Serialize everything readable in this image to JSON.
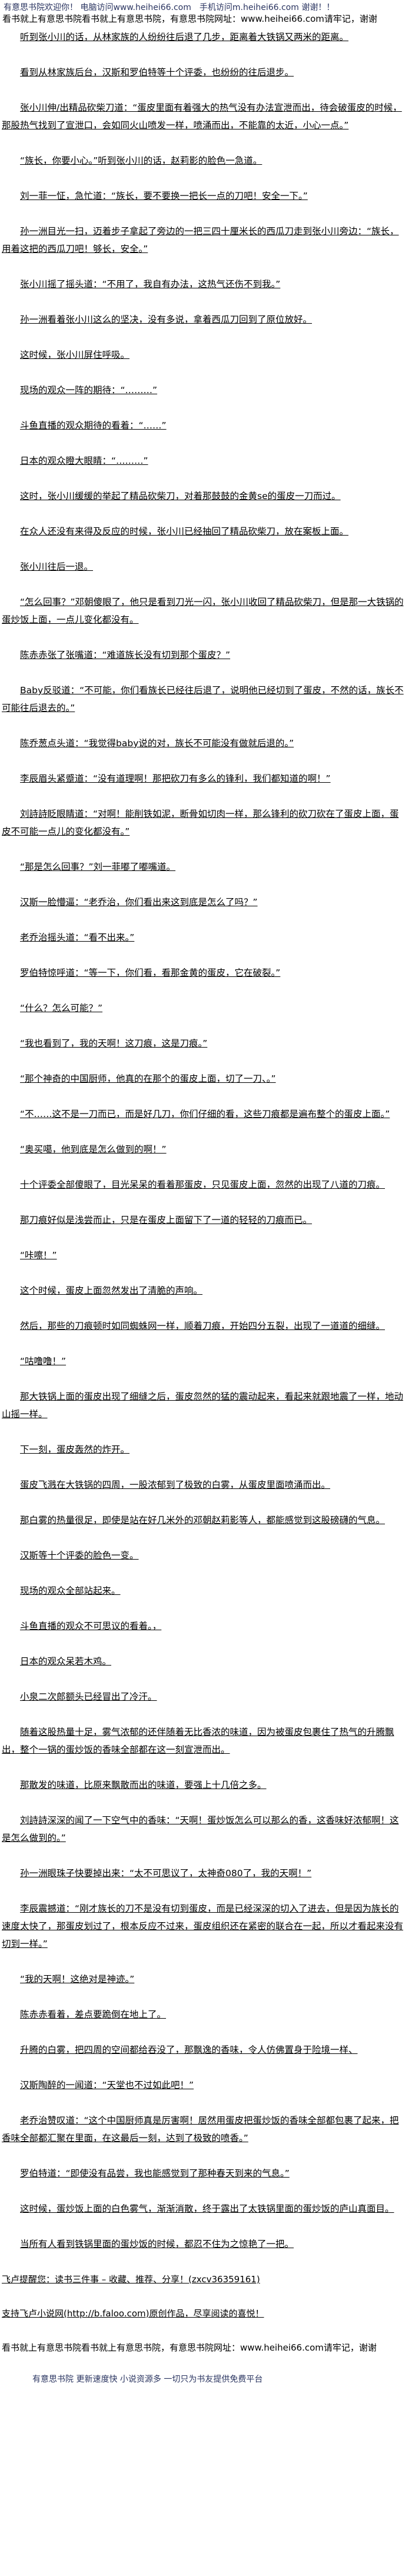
{
  "header": {
    "welcome": "有意思书院欢迎你！ 电脑访问www.heihei66.com　手机访问m.heihei66.com 谢谢！！",
    "notice": "看书就上有意思书院看书就上有意思书院，有意思书院网址：www.heihei66.com请牢记，谢谢"
  },
  "paragraphs": [
    "听到张小川的话，从林家族的人纷纷往后退了几步，距离着大铁锅又两米的距离。",
    "看到从林家族后台，汉斯和罗伯特等十个评委，也纷纷的往后退步。",
    "张小川伸/出精品砍柴刀道：“蛋皮里面有着强大的热气没有办法宣泄而出，待会破蛋皮的时候，那股热气找到了宣泄口，会如同火山喷发一样，喷涌而出，不能靠的太近，小心一点。”",
    "“族长，你要小心。”听到张小川的话，赵莉影的脸色一急道。",
    "刘一菲一怔，急忙道：“族长，要不要换一把长一点的刀吧！安全一下。”",
    "孙一洲目光一扫，迈着步子拿起了旁边的一把三四十厘米长的西瓜刀走到张小川旁边：“族长，用着这把的西瓜刀吧！够长，安全。”",
    "张小川摇了摇头道：“不用了，我自有办法，这热气还伤不到我。”",
    "孙一洲看着张小川这么的坚决，没有多说，拿着西瓜刀回到了原位放好。",
    "这时候，张小川屏住呼吸。",
    "现场的观众一阵的期待：“………”",
    "斗鱼直播的观众期待的看着：“……”",
    "日本的观众瞪大眼睛：“………”",
    "这时，张小川缓缓的举起了精品砍柴刀，对着那鼓鼓的金黄se的蛋皮一刀而过。",
    "在众人还没有来得及反应的时候，张小川已经抽回了精品砍柴刀，放在案板上面。",
    "张小川往后一退。",
    "“怎么回事？”邓朝傻眼了，他只是看到刀光一闪，张小川收回了精品砍柴刀，但是那一大铁锅的蛋炒饭上面，一点儿变化都没有。",
    "陈赤赤张了张嘴道：“难道族长没有切到那个蛋皮？”",
    "Baby反驳道：“不可能，你们看族长已经往后退了，说明他已经切到了蛋皮，不然的话，族长不可能往后退去的。”",
    "陈乔葱点头道：“我觉得baby说的对，族长不可能没有做就后退的。”",
    "李辰眉头紧蹙道：“没有道理啊！那把砍刀有多么的锋利，我们都知道的啊！”",
    "刘詩詩眨眼睛道：“对啊！能削铁如泥，断骨如切肉一样，那么锋利的砍刀砍在了蛋皮上面，蛋皮不可能一点儿的变化都没有。”",
    "“那是怎么回事？”刘一菲嘟了嘟嘴道。",
    "汉斯一脸懵逼：“老乔治，你们看出来这到底是怎么了吗？”",
    "老乔治摇头道：“看不出来。”",
    "罗伯特惊呼道：“等一下，你们看，看那金黄的蛋皮，它在破裂。”",
    "“什么？怎么可能？”",
    "“我也看到了，我的天啊！这刀痕，这是刀痕。”",
    "“那个神奇的中国厨师，他真的在那个的蛋皮上面，切了一刀、。”",
    "“不……这不是一刀而已，而是好几刀，你们仔细的看，这些刀痕都是遍布整个的蛋皮上面。”",
    "“奥买噶，他到底是怎么做到的啊！”",
    "十个评委全部傻眼了，目光呆呆的看着那蛋皮，只见蛋皮上面，忽然的出现了八道的刀痕。",
    "那刀痕好似是浅尝而止，只是在蛋皮上面留下了一道的轻轻的刀痕而已。",
    "“咔嚓！”",
    "这个时候，蛋皮上面忽然发出了清脆的声响。",
    "然后，那些的刀痕顿时如同蜘蛛网一样，顺着刀痕，开始四分五裂，出现了一道道的细缝。",
    "“咕噜噜！”",
    "那大铁锅上面的蛋皮出现了细缝之后，蛋皮忽然的猛的震动起来，看起来就跟地震了一样，地动山摇一样。",
    "下一刻，蛋皮轰然的炸开。",
    "蛋皮飞溅在大铁锅的四周，一股浓郁到了极致的白雾，从蛋皮里面喷涌而出。",
    "那白雾的热量很足，即使是站在好几米外的邓朝赵莉影等人，都能感觉到这股磅礴的气息。",
    "汉斯等十个评委的脸色一变。",
    "现场的观众全部站起来。",
    "斗鱼直播的观众不可思议的看着。，",
    "日本的观众呆若木鸡。",
    "小泉二次郎额头已经冒出了冷汗。",
    "随着这股热量十足，雾气浓郁的还伴随着无比香浓的味道，因为被蛋皮包裹住了热气的升腾飘出，整个一锅的蛋炒饭的香味全部都在这一刻宣泄而出。",
    "那散发的味道，比原来飘散而出的味道，要强上十几倍之多。",
    "刘詩詩深深的闻了一下空气中的香味：“天啊！蛋炒饭怎么可以那么的香，这香味好浓郁啊！这是怎么做到的。”",
    "孙一洲眼珠子快要掉出来：“太不可思议了，太神奇080了，我的天啊！”",
    "李辰震撼道：“刚才族长的刀不是没有切到蛋皮，而是已经深深的切入了进去，但是因为族长的速度太快了，那蛋皮划过了，根本反应不过来，蛋皮组织还在紧密的联合在一起，所以才看起来没有切到一样。”",
    "“我的天啊！这绝对是神迹。”",
    "陈赤赤看着，差点要跪倒在地上了。",
    "升腾的白雾，把四周的空间都给吞没了，那飘逸的香味，令人仿佛置身于险境一样、",
    "汉斯陶醉的一闻道：“天堂也不过如此吧！”",
    "老乔治赞叹道：“这个中国厨师真是厉害啊！居然用蛋皮把蛋炒饭的香味全部都包裹了起来，把香味全部都汇聚在里面，在这最后一刻，达到了极致的喷香。”",
    "罗伯特道：“即使没有品尝，我也能感觉到了那种春天到来的气息。”",
    "这时候，蛋炒饭上面的白色雾气，渐渐消散，终于露出了太铁锅里面的蛋炒饭的庐山真面目。",
    "当所有人看到铁锅里面的蛋炒饭的时候，都忍不住为之惊艳了一把。"
  ],
  "footer": {
    "reminder": "飞卢提醒您：读书三件事 – 收藏、推荐、分享！(zxcv36359161)",
    "support": "支持飞卢小说网(http://b.faloo.com)原创作品，尽享阅读的喜悦！",
    "notice": "看书就上有意思书院看书就上有意思书院，有意思书院网址：www.heihei66.com请牢记，谢谢",
    "slogan": "有意思书院 更新速度快 小说资源多 一切只为书友提供免费平台"
  }
}
